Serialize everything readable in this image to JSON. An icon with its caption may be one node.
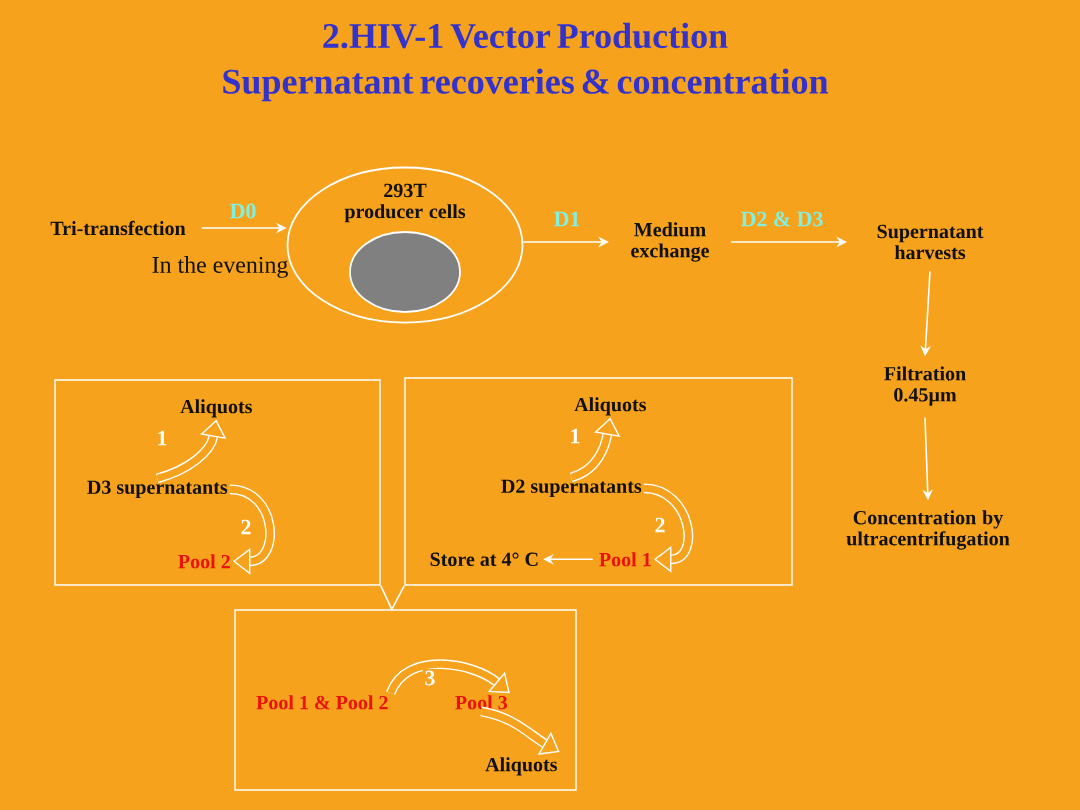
{
  "diagram": {
    "title": "2.HIV-1 Vector Production Supernatant recoveries & concentration",
    "nodes": [
      {
        "text": [
          "Tri-transfection"
        ]
      },
      {
        "text": [
          "293T producer cells"
        ]
      },
      {
        "text": [
          "Medium exchange"
        ]
      },
      {
        "text": [
          "Supernatant harvests"
        ]
      },
      {
        "text": [
          "Filtration 0.45µm"
        ]
      },
      {
        "text": [
          "Concentration by ultracentrifugation"
        ]
      },
      {
        "text": [],
        "shape": "box"
      },
      {
        "text": [
          "Aliquots"
        ],
        "in": 6
      },
      {
        "text": [
          "D3 supernatants"
        ],
        "in": 6
      },
      {
        "text": [
          "Pool 2"
        ],
        "in": 6
      },
      {
        "text": [],
        "shape": "box"
      },
      {
        "text": [
          "Aliquots"
        ],
        "in": 10
      },
      {
        "text": [
          "D2 supernatants"
        ],
        "in": 10
      },
      {
        "text": [
          "Store at 4° C"
        ],
        "in": 10
      },
      {
        "text": [
          "Pool 1"
        ],
        "in": 10
      },
      {
        "text": [],
        "shape": "box"
      },
      {
        "text": [
          "Pool 1 & Pool 2"
        ],
        "in": 15
      },
      {
        "text": [
          "Pool 3"
        ],
        "in": 15
      },
      {
        "text": [
          "Aliquots"
        ],
        "in": 15
      }
    ],
    "edges": [
      {
        "from": 0,
        "to": 1,
        "arrow": "to",
        "label": "D0"
      },
      {
        "from": 1,
        "to": 2,
        "arrow": "to",
        "label": "D1"
      },
      {
        "from": 2,
        "to": 3,
        "arrow": "to",
        "label": "D2 & D3"
      },
      {
        "from": 3,
        "to": 4,
        "arrow": "to"
      },
      {
        "from": 4,
        "to": 5,
        "arrow": "to"
      },
      {
        "from": 8,
        "to": 7,
        "arrow": "to",
        "label": "1",
        "style": "thick"
      },
      {
        "from": 8,
        "to": 9,
        "arrow": "to",
        "label": "2",
        "style": "thick"
      },
      {
        "from": 12,
        "to": 11,
        "arrow": "to",
        "label": "1",
        "style": "thick"
      },
      {
        "from": 12,
        "to": 14,
        "arrow": "to",
        "label": "2",
        "style": "thick"
      },
      {
        "from": 14,
        "to": 13,
        "arrow": "to"
      },
      {
        "from": 16,
        "to": 17,
        "arrow": "to",
        "label": "3",
        "style": "thick"
      },
      {
        "from": 17,
        "to": 18,
        "arrow": "to",
        "style": "thick"
      },
      {
        "from": 6,
        "to": 15,
        "arrow": "none"
      },
      {
        "from": 10,
        "to": 15,
        "arrow": "none"
      }
    ],
    "labels": [
      "In the evening"
    ]
  }
}
